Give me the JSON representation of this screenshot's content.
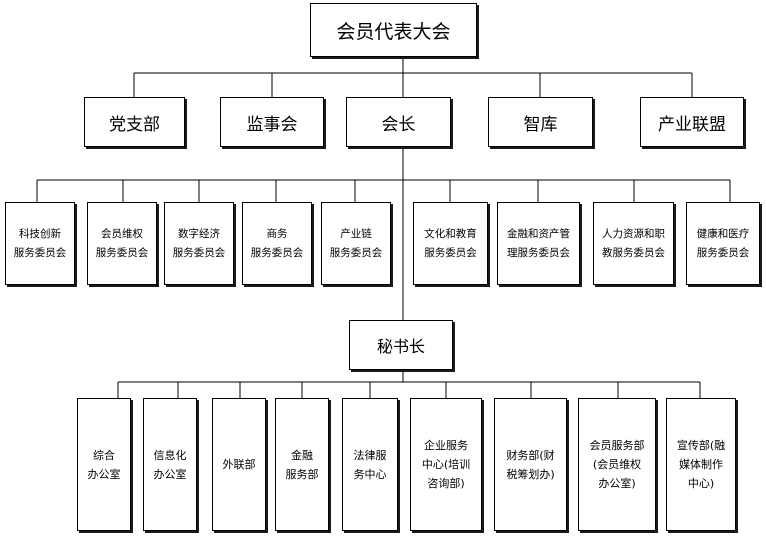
{
  "top": "会员代表大会",
  "level1": [
    "党支部",
    "监事会",
    "会长",
    "智库",
    "产业联盟"
  ],
  "committees": [
    "科技创新\n服务委员会",
    "会员维权\n服务委员会",
    "数字经济\n服务委员会",
    "商务\n服务委员会",
    "产业链\n服务委员会",
    "文化和教育\n服务委员会",
    "金融和资产管\n理服务委员会",
    "人力资源和职\n教服务委员会",
    "健康和医疗\n服务委员会"
  ],
  "secretary": "秘书长",
  "departments": [
    "综合\n办公室",
    "信息化\n办公室",
    "外联部",
    "金融\n服务部",
    "法律服\n务中心",
    "企业服务\n中心(培训\n咨询部)",
    "财务部(财\n税筹划办)",
    "会员服务部\n(会员维权\n办公室)",
    "宣传部(融\n媒体制作\n中心)"
  ]
}
